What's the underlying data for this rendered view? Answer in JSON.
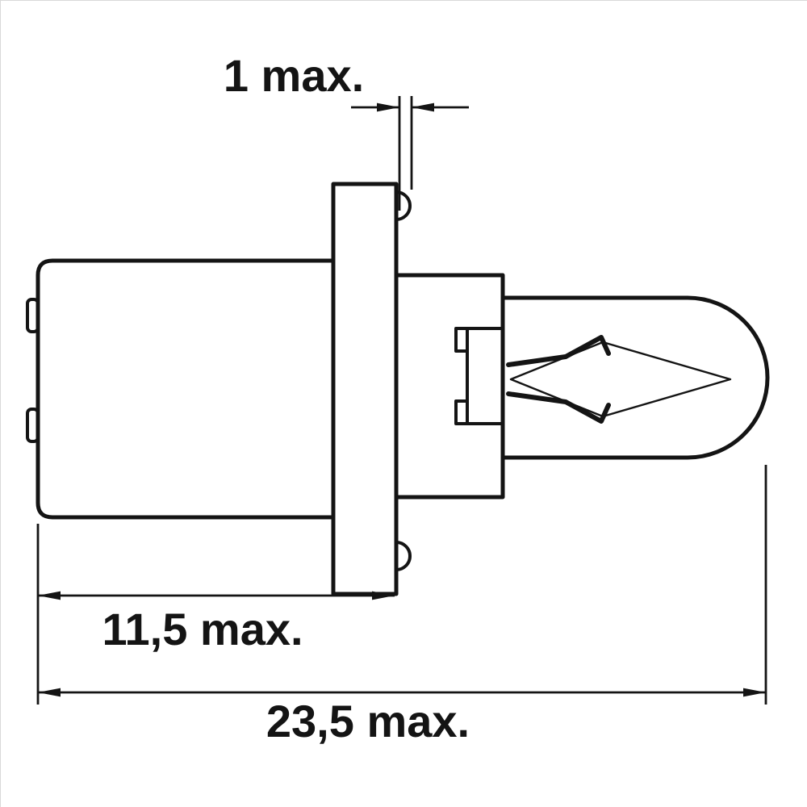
{
  "page": {
    "background": "#ffffff",
    "line_color": "#141414"
  },
  "diagram": {
    "type": "technical-drawing",
    "labels": {
      "lip_width": "1 max.",
      "base_length": "11,5 max.",
      "overall_length": "23,5 max."
    }
  }
}
